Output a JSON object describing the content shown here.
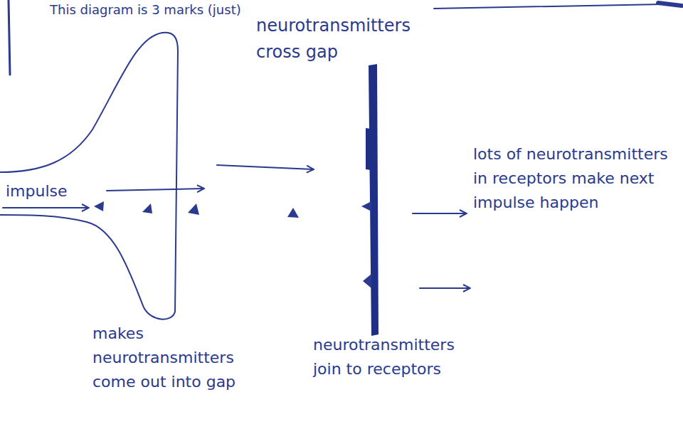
{
  "diagram": {
    "labels": [
      "This diagram is 3 marks (just)",
      "neurotransmitters cross gap",
      "impulse",
      "makes neurotransmitters come out into gap",
      "neurotransmitters join to receptors",
      "lots of neurotransmitters in receptors make next impulse happen"
    ]
  }
}
